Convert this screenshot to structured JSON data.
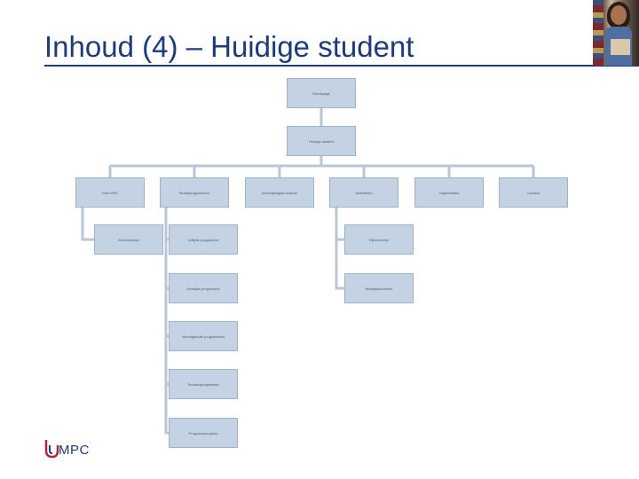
{
  "title": "Inhoud (4) – Huidige student",
  "logo": {
    "text": "MPC",
    "brand_color": "#1f3a78",
    "accent_color": "#b0283a"
  },
  "colors": {
    "node_fill": "#c3d3e3",
    "node_border": "#9fb2c7",
    "connector": "#b8c6d6"
  },
  "orgchart": {
    "homepage": "Homepage",
    "current_student": "Huidige student",
    "level2": [
      "Over MPC",
      "Studieprogramma's",
      "Inschrijvingsprocedure",
      "Activiteiten",
      "Organisaties",
      "Contact"
    ],
    "over_mpc_children": [
      "Docentenzak"
    ],
    "studieprogrammas_children": [
      "Voltijds programma",
      "Deeltijds programma",
      "Vervolgstudie programma's",
      "Schakelprogramma",
      "Programma-opties"
    ],
    "activiteiten_children": [
      "Bijeenkomst",
      "Bedrijfsbezoeken"
    ]
  }
}
